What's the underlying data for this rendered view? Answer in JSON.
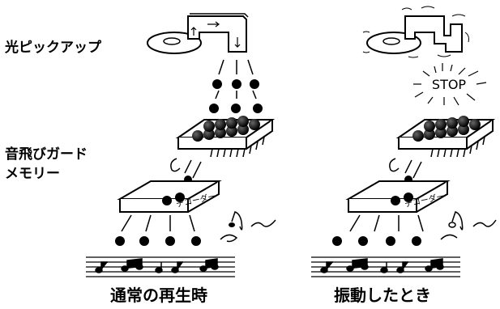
{
  "labels": {
    "optical_pickup": "光ピックアップ",
    "skip_guard_line1": "音飛びガード",
    "skip_guard_line2": "メモリー",
    "decoder": "デコーダー",
    "stop": "STOP",
    "caption_normal": "通常の再生時",
    "caption_vibration": "振動したとき"
  },
  "colors": {
    "ink": "#000000",
    "paper": "#ffffff"
  },
  "icons": [
    "disc-icon",
    "pickup-arm-icon",
    "data-ball-icon",
    "memory-chip-icon",
    "decoder-box-icon",
    "music-note-icon",
    "staff-icon",
    "stop-burst-icon"
  ]
}
